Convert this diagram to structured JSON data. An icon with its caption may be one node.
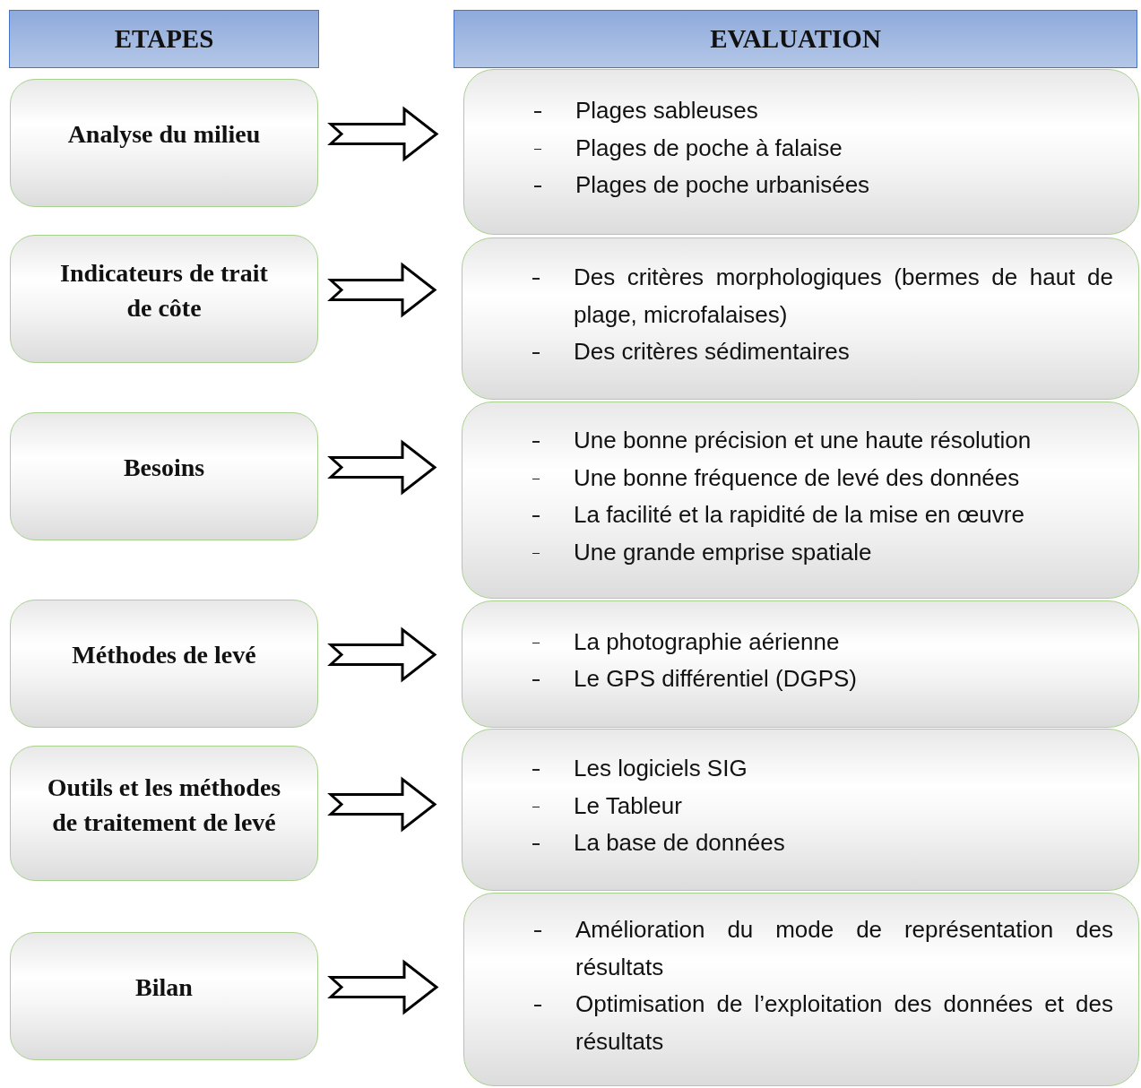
{
  "diagram": {
    "nodes": [
      {
        "text": [
          "ETAPES"
        ]
      },
      {
        "text": [
          "EVALUATION"
        ]
      },
      {
        "text": [
          "Analyse du milieu"
        ]
      },
      {
        "text": [
          "Plages sableuses",
          "Plages de poche à falaise",
          "Plages de poche urbanisées"
        ]
      },
      {
        "text": [
          "Indicateurs de trait de côte"
        ]
      },
      {
        "text": [
          "Des critères morphologiques (bermes de haut de plage, microfalaises)",
          "Des critères sédimentaires"
        ]
      },
      {
        "text": [
          "Besoins"
        ]
      },
      {
        "text": [
          "Une bonne précision et une haute résolution",
          "Une bonne fréquence de levé des données",
          "La facilité et la rapidité de la mise en œuvre",
          "Une grande emprise spatiale"
        ]
      },
      {
        "text": [
          "Méthodes de levé"
        ]
      },
      {
        "text": [
          "La photographie aérienne",
          "Le GPS différentiel (DGPS)"
        ]
      },
      {
        "text": [
          "Outils et les méthodes de traitement de levé"
        ]
      },
      {
        "text": [
          "Les logiciels SIG",
          "Le Tableur",
          "La base de données"
        ]
      },
      {
        "text": [
          "Bilan"
        ]
      },
      {
        "text": [
          "Amélioration du mode de représentation des résultats",
          "Optimisation de l’exploitation des données et des résultats"
        ]
      }
    ],
    "edges": [
      {
        "from": 2,
        "to": 3,
        "arrow": "to"
      },
      {
        "from": 4,
        "to": 5,
        "arrow": "to"
      },
      {
        "from": 6,
        "to": 7,
        "arrow": "to"
      },
      {
        "from": 8,
        "to": 9,
        "arrow": "to"
      },
      {
        "from": 10,
        "to": 11,
        "arrow": "to"
      },
      {
        "from": 12,
        "to": 13,
        "arrow": "to"
      }
    ]
  }
}
